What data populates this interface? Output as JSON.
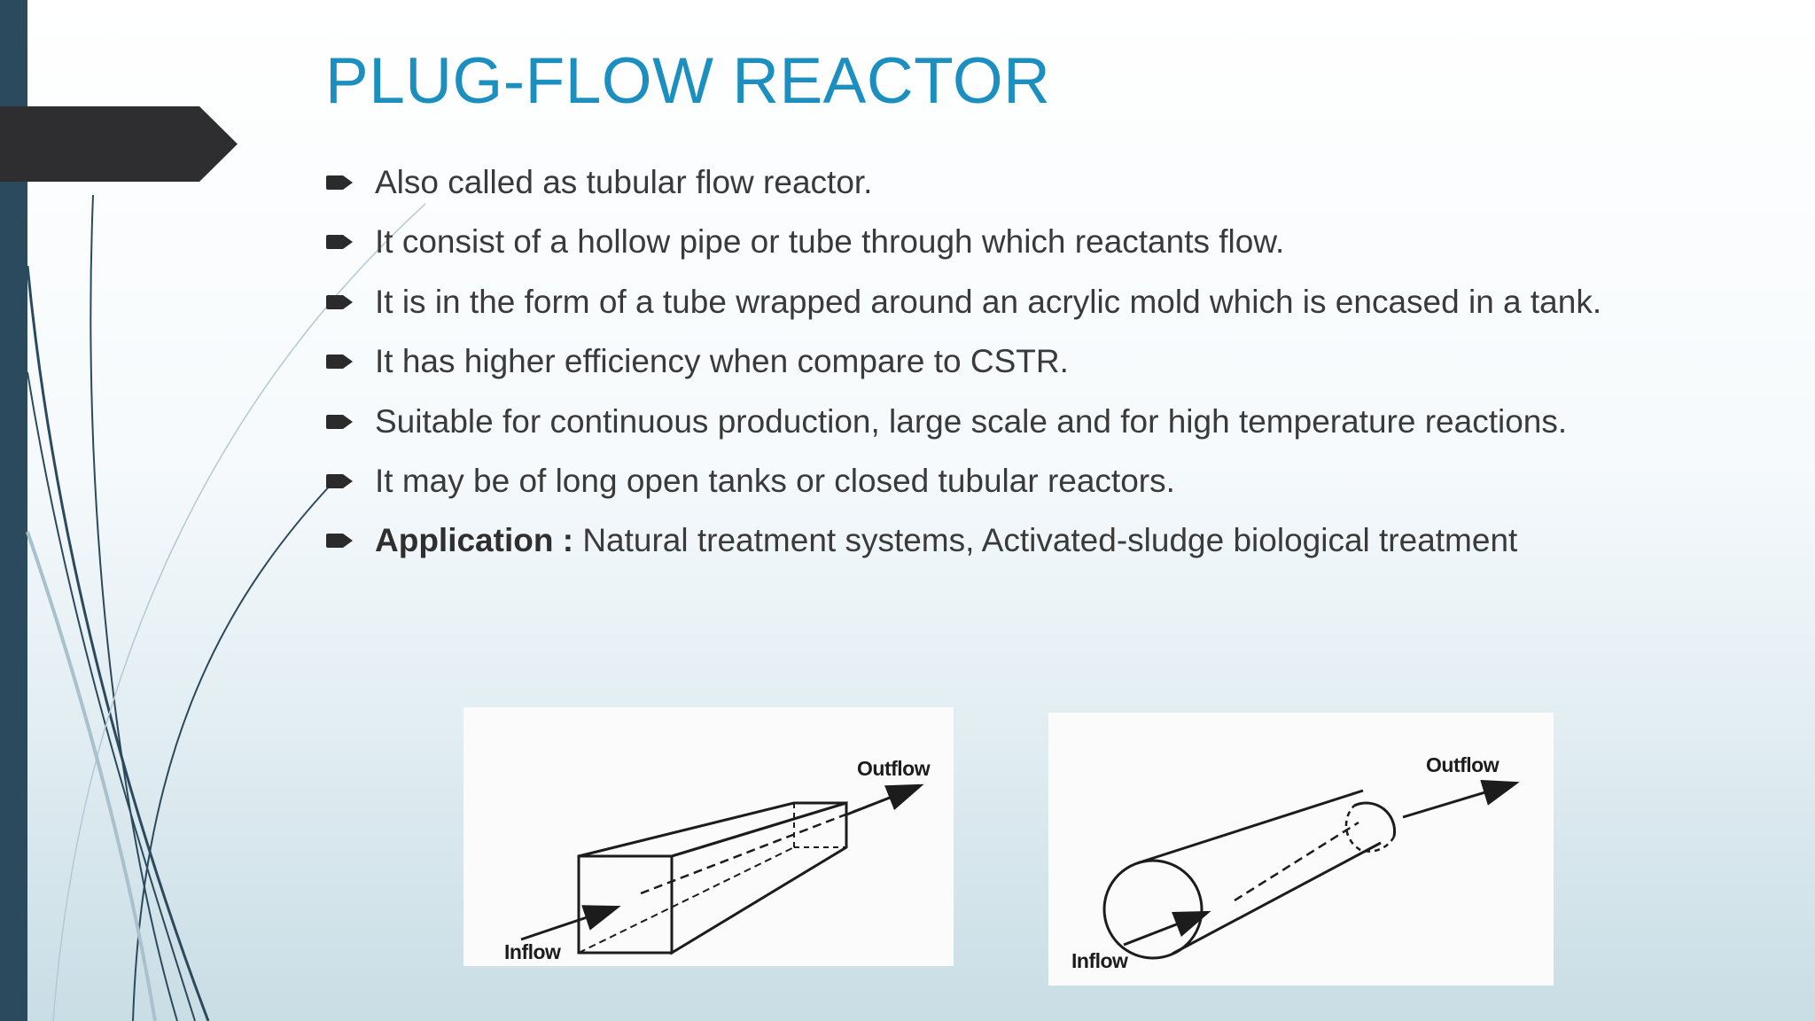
{
  "slide": {
    "title": "PLUG-FLOW REACTOR",
    "bullets": [
      {
        "text": "Also called as tubular flow reactor."
      },
      {
        "text": "It consist of a hollow pipe or tube through which reactants flow."
      },
      {
        "text": "It is in the form of a tube wrapped around an acrylic mold which is encased in a tank."
      },
      {
        "text": "It has higher efficiency when compare to CSTR."
      },
      {
        "text": "Suitable for continuous production, large scale and for high temperature reactions."
      },
      {
        "text": "It may be of long open tanks or closed tubular reactors."
      },
      {
        "label": "Application :",
        "text": " Natural treatment systems, Activated-sludge biological treatment"
      }
    ],
    "bullet_icon": "arrow-bullet-icon",
    "figures": [
      {
        "inflow_label": "Inflow",
        "outflow_label": "Outflow"
      },
      {
        "inflow_label": "Inflow",
        "outflow_label": "Outflow"
      }
    ]
  },
  "colors": {
    "title": "#1b8fbf",
    "body_text": "#3a3a3a",
    "left_bar": "#2b4a5d",
    "arrow_tab": "#2e2e30"
  }
}
